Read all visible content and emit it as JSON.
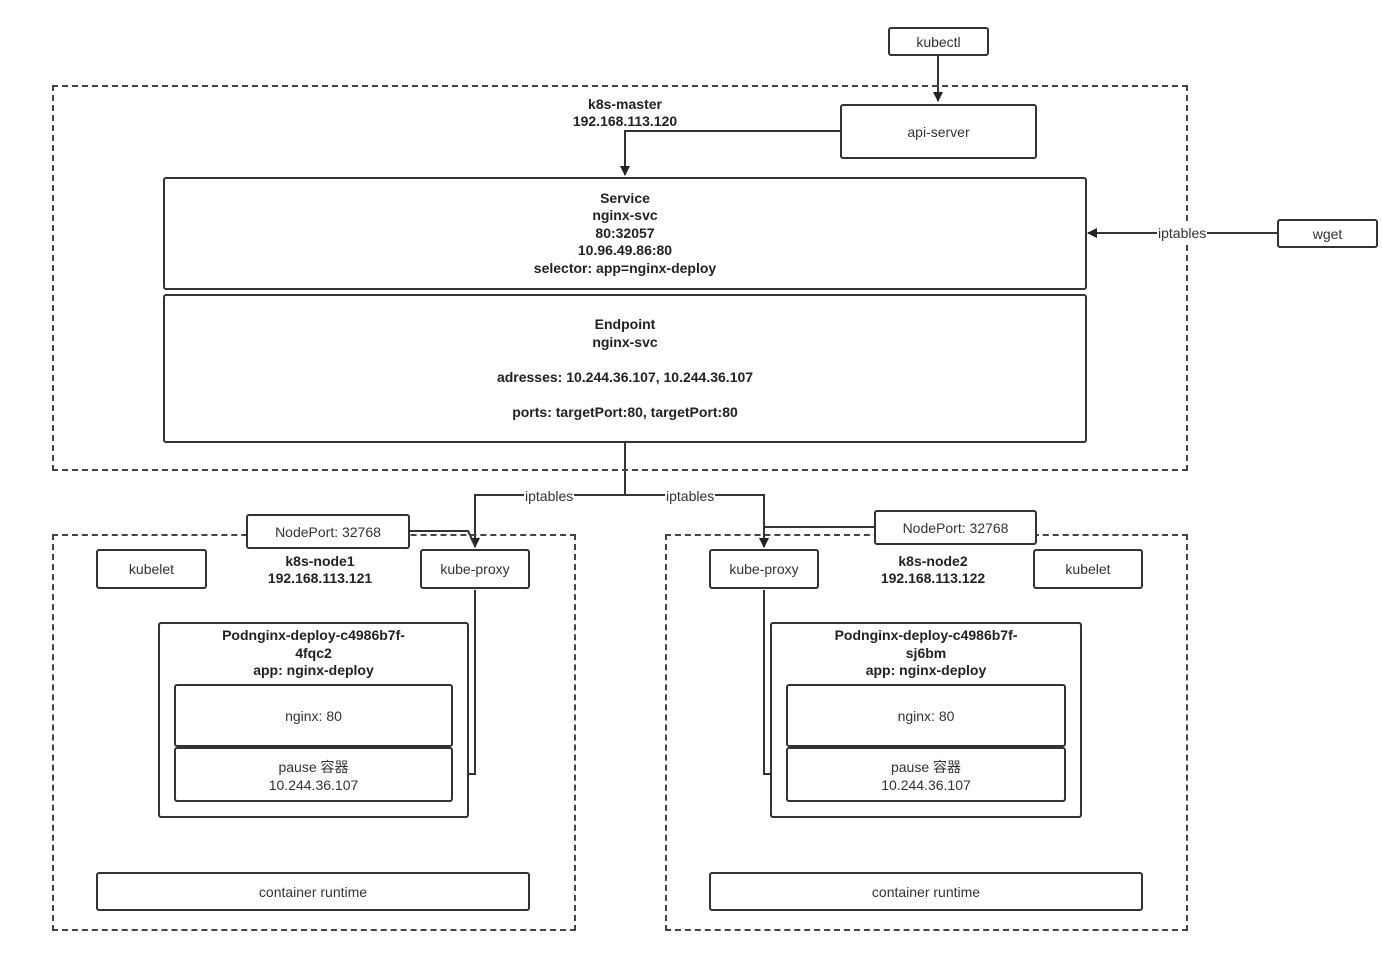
{
  "kubectl": "kubectl",
  "wget": "wget",
  "master": {
    "name": "k8s-master",
    "ip": "192.168.113.120",
    "api_server": "api-server",
    "service": {
      "title": "Service",
      "name": "nginx-svc",
      "ports": "80:32057",
      "cluster_ip": "10.96.49.86:80",
      "selector": "selector: app=nginx-deploy"
    },
    "endpoint": {
      "title": "Endpoint",
      "name": "nginx-svc",
      "addresses": "adresses: 10.244.36.107, 10.244.36.107",
      "ports": "ports: targetPort:80, targetPort:80"
    }
  },
  "labels": {
    "iptables_wget": "iptables",
    "iptables_left": "iptables",
    "iptables_right": "iptables"
  },
  "nodes": [
    {
      "name": "k8s-node1",
      "ip": "192.168.113.121",
      "nodeport": "NodePort: 32768",
      "kubelet": "kubelet",
      "kube_proxy": "kube-proxy",
      "pod": {
        "title_line1": "Podnginx-deploy-c4986b7f-",
        "title_line2": "4fqc2",
        "app": "app: nginx-deploy",
        "nginx": "nginx: 80",
        "pause": "pause 容器",
        "pause_ip": "10.244.36.107"
      },
      "runtime": "container runtime"
    },
    {
      "name": "k8s-node2",
      "ip": "192.168.113.122",
      "nodeport": "NodePort: 32768",
      "kubelet": "kubelet",
      "kube_proxy": "kube-proxy",
      "pod": {
        "title_line1": "Podnginx-deploy-c4986b7f-",
        "title_line2": "sj6bm",
        "app": "app: nginx-deploy",
        "nginx": "nginx: 80",
        "pause": "pause 容器",
        "pause_ip": "10.244.36.107"
      },
      "runtime": "container runtime"
    }
  ]
}
